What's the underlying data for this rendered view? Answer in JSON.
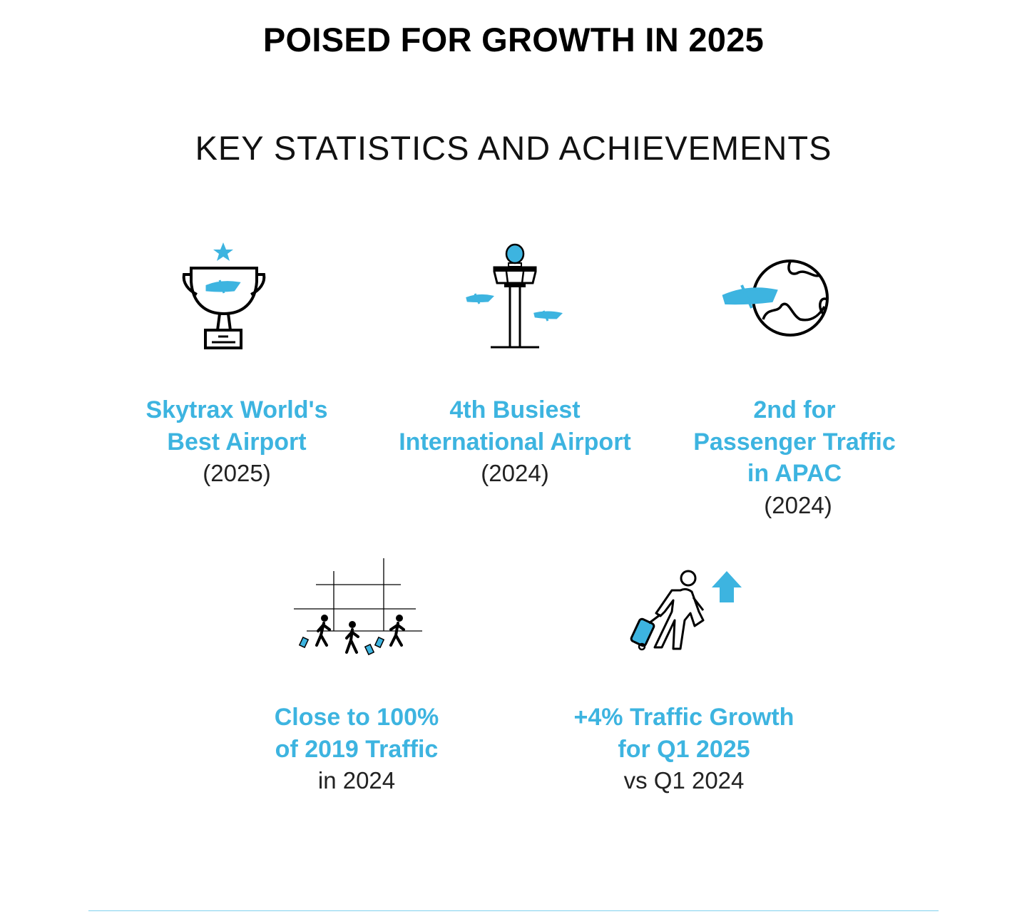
{
  "title": "POISED FOR GROWTH IN 2025",
  "subtitle": "KEY STATISTICS AND ACHIEVEMENTS",
  "accent_color": "#3db4e0",
  "stats": [
    {
      "icon": "trophy-icon",
      "lines": [
        "Skytrax World's",
        "Best Airport"
      ],
      "sub": "(2025)"
    },
    {
      "icon": "control-tower-icon",
      "lines": [
        "4th Busiest",
        "International Airport"
      ],
      "sub": "(2024)"
    },
    {
      "icon": "globe-plane-icon",
      "lines": [
        "2nd for",
        "Passenger Traffic",
        "in APAC"
      ],
      "sub": "(2024)"
    },
    {
      "icon": "travellers-icon",
      "lines": [
        "Close to 100%",
        "of 2019 Traffic"
      ],
      "sub": "in 2024"
    },
    {
      "icon": "traveller-growth-icon",
      "lines": [
        "+4% Traffic Growth",
        "for Q1 2025"
      ],
      "sub": "vs Q1 2024"
    }
  ]
}
